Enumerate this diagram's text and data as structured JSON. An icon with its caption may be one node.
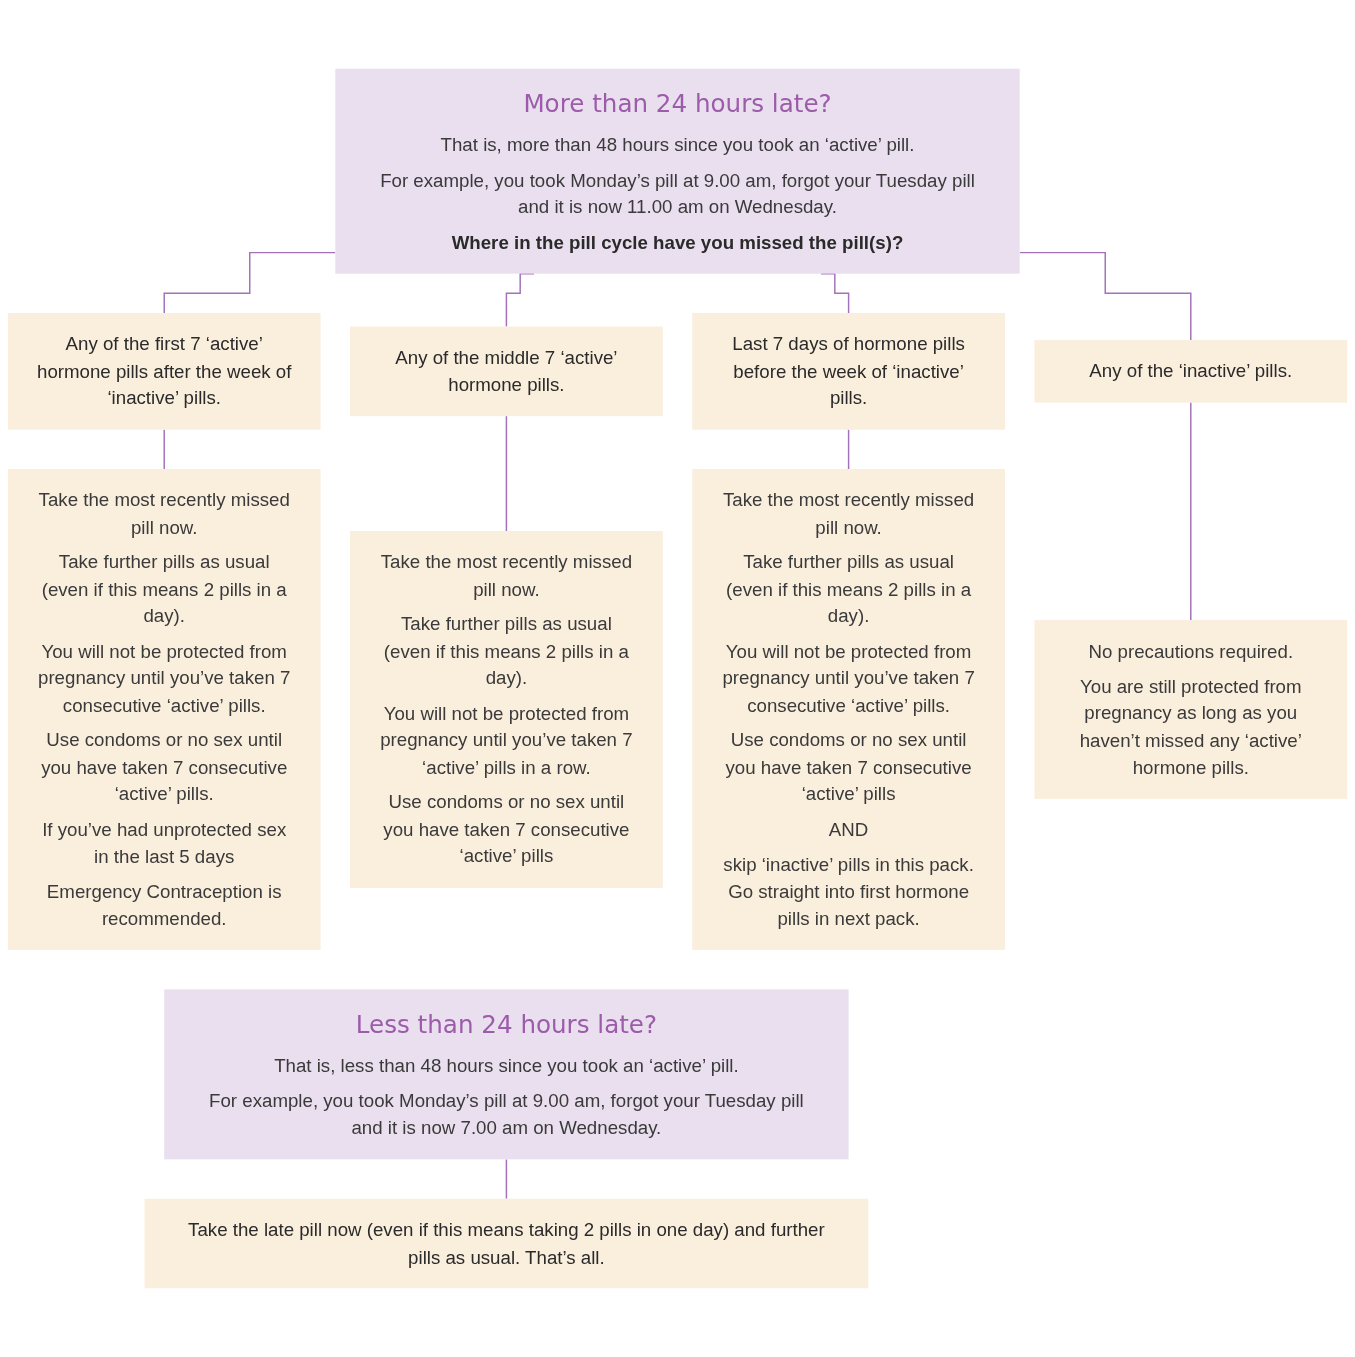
{
  "diagram": {
    "nodes": [
      {
        "text": [
          "More than 24 hours late?",
          "That is, more than 48 hours since you took an ‘active’ pill.",
          "For example, you took Monday’s pill at 9.00 am, forgot your Tuesday pill and it is now 11.00 am on Wednesday.",
          "Where in the pill cycle have you missed the pill(s)?"
        ]
      },
      {
        "text": [
          "Any of the first 7 ‘active’ hormone pills after the week of ‘inactive’ pills."
        ]
      },
      {
        "text": [
          "Any of the middle 7 ‘active’ hormone pills."
        ]
      },
      {
        "text": [
          "Last 7 days of hormone pills before the week of ‘inactive’ pills."
        ]
      },
      {
        "text": [
          "Any of the ‘inactive’ pills."
        ]
      },
      {
        "text": [
          "Take the most recently missed pill now.",
          "Take further pills as usual (even if this means 2 pills in a day).",
          "You will not be protected from pregnancy until you’ve taken 7 consecutive ‘active’ pills.",
          "Use condoms or no sex until you have taken 7 consecutive ‘active’ pills.",
          "If you’ve had unprotected sex in the last 5 days",
          "Emergency Contraception is recommended."
        ]
      },
      {
        "text": [
          "Take the most recently missed pill now.",
          "Take further pills as usual (even if this means 2 pills in a day).",
          "You will not be protected from pregnancy until you’ve taken 7 ‘active’ pills in a row.",
          "Use condoms or no sex until you have taken 7 consecutive ‘active’ pills"
        ]
      },
      {
        "text": [
          "Take the most recently missed pill now.",
          "Take further pills as usual (even if this means 2 pills in a day).",
          "You will not be protected from pregnancy until you’ve taken 7 consecutive ‘active’ pills.",
          "Use condoms or no sex until you have taken 7 consecutive ‘active’ pills",
          "AND",
          "skip ‘inactive’ pills in this pack. Go straight into first hormone pills in next pack."
        ]
      },
      {
        "text": [
          "No precautions required.",
          "You are still protected from pregnancy as long as you haven’t missed any ‘active’ hormone pills."
        ]
      },
      {
        "text": [
          "Less than 24 hours late?",
          "That is, less than 48 hours since you took an ‘active’ pill.",
          "For example, you took Monday’s pill at 9.00 am, forgot your Tuesday pill and it is now 7.00 am on Wednesday."
        ]
      },
      {
        "text": [
          "Take the late pill now (even if this means taking 2 pills in one day) and further pills as usual. That’s all."
        ]
      }
    ],
    "edges": [
      {
        "from": 0,
        "to": 1,
        "arrow": "none"
      },
      {
        "from": 0,
        "to": 2,
        "arrow": "none"
      },
      {
        "from": 0,
        "to": 3,
        "arrow": "none"
      },
      {
        "from": 0,
        "to": 4,
        "arrow": "none"
      },
      {
        "from": 1,
        "to": 5,
        "arrow": "none"
      },
      {
        "from": 2,
        "to": 6,
        "arrow": "none"
      },
      {
        "from": 3,
        "to": 7,
        "arrow": "none"
      },
      {
        "from": 4,
        "to": 8,
        "arrow": "none"
      },
      {
        "from": 9,
        "to": 10,
        "arrow": "none"
      }
    ]
  }
}
